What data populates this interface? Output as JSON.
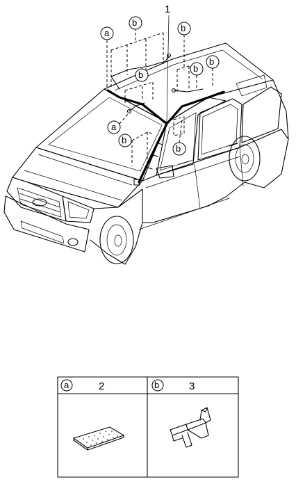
{
  "diagram": {
    "main_part_number": "1",
    "callouts": {
      "a": "a",
      "b": "b"
    }
  },
  "parts_table": {
    "columns": [
      {
        "symbol": "a",
        "part_number": "2"
      },
      {
        "symbol": "b",
        "part_number": "3"
      }
    ]
  }
}
